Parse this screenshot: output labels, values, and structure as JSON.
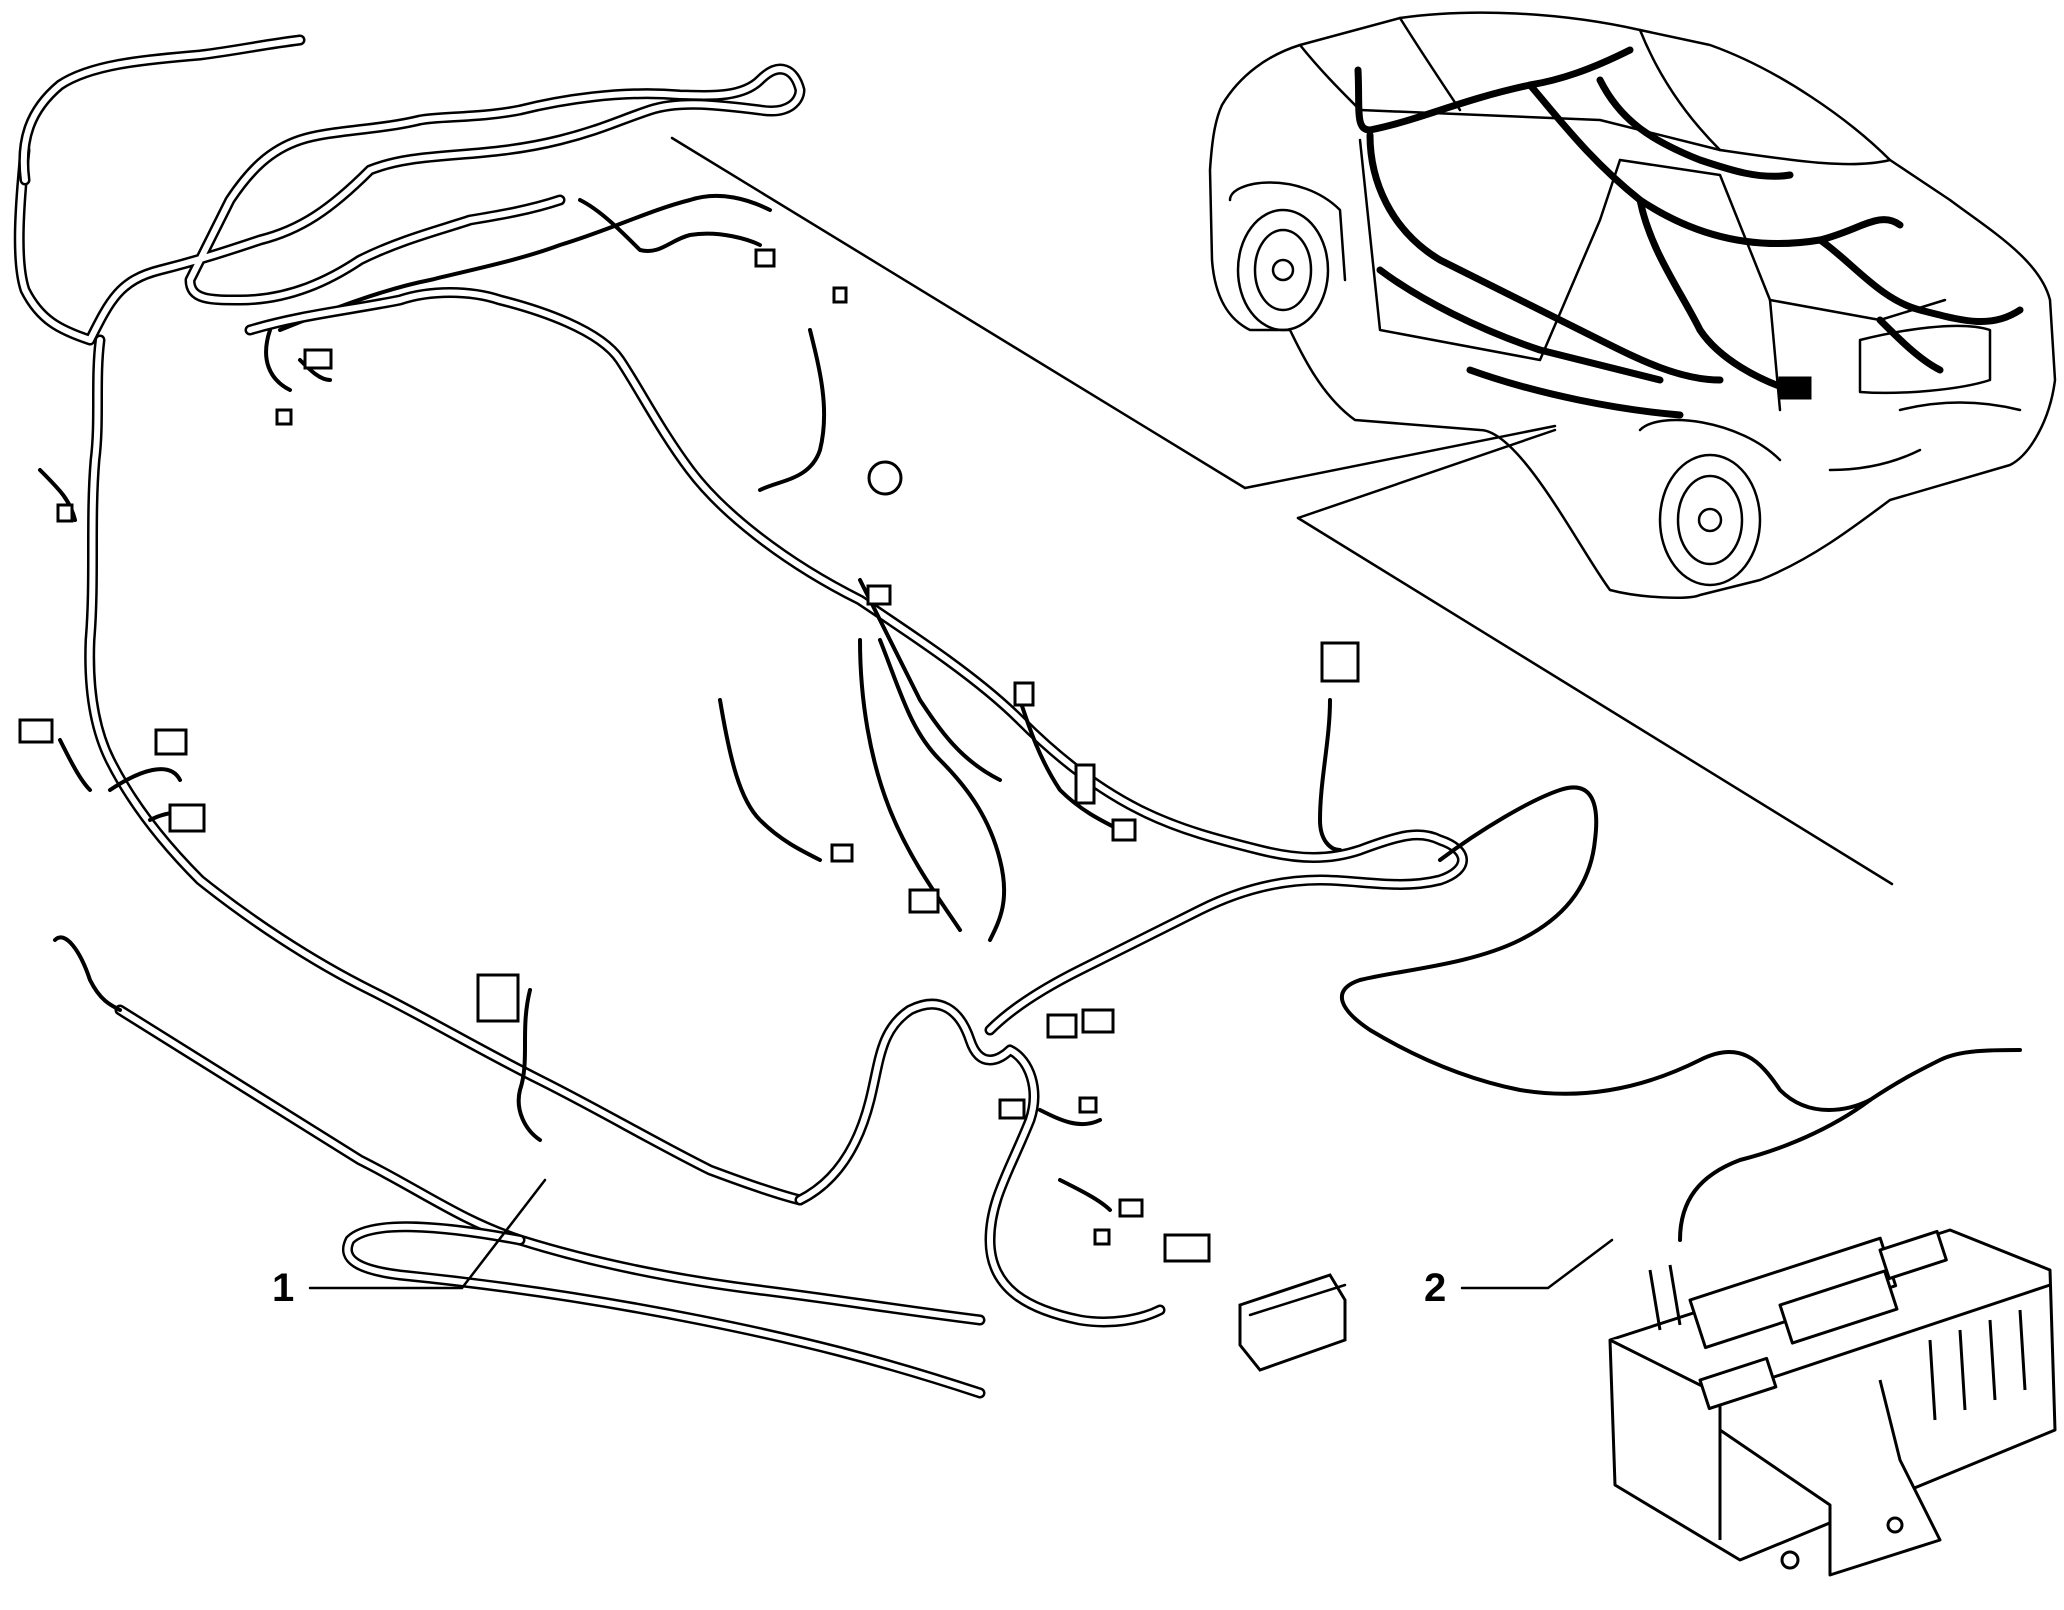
{
  "callouts": [
    {
      "id": "1",
      "label": "1"
    },
    {
      "id": "2",
      "label": "2"
    }
  ],
  "icons": [
    "wiring-harness",
    "car-outline",
    "control-unit"
  ]
}
